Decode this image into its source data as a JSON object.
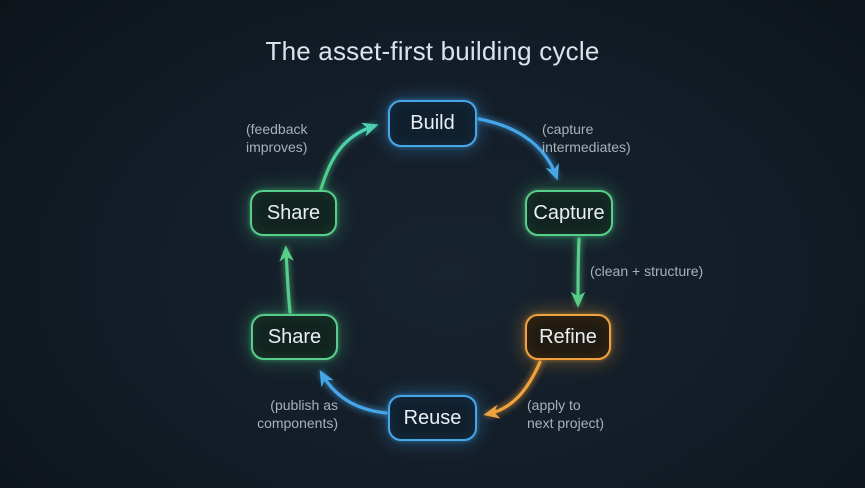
{
  "title": "The asset-first building cycle",
  "nodes": {
    "build": {
      "label": "Build",
      "color": "#46a6e8"
    },
    "capture": {
      "label": "Capture",
      "color": "#57ce89"
    },
    "refine": {
      "label": "Refine",
      "color": "#f0a23c"
    },
    "reuse": {
      "label": "Reuse",
      "color": "#46a6e8"
    },
    "share_top": {
      "label": "Share",
      "color": "#57ce89"
    },
    "share_bottom": {
      "label": "Share",
      "color": "#57ce89"
    }
  },
  "annotations": {
    "feedback": "(feedback\nimproves)",
    "capture_intermediates": "(capture\nintermediates)",
    "clean_structure": "(clean + structure)",
    "apply_next": "(apply to\nnext project)",
    "publish_components": "(publish as\ncomponents)"
  },
  "edges": [
    {
      "from": "Build",
      "to": "Capture",
      "color": "#46a6e8",
      "annotation": "(capture intermediates)"
    },
    {
      "from": "Capture",
      "to": "Refine",
      "color": "#57ce89",
      "annotation": "(clean + structure)"
    },
    {
      "from": "Refine",
      "to": "Reuse",
      "color": "#f0a23c",
      "annotation": "(apply to next project)"
    },
    {
      "from": "Reuse",
      "to": "Share",
      "color": "#46a6e8",
      "annotation": "(publish as components)"
    },
    {
      "from": "Share",
      "to": "Share",
      "color": "#57ce89",
      "annotation": ""
    },
    {
      "from": "Share",
      "to": "Build",
      "color": "#4dd2b4",
      "annotation": "(feedback improves)"
    }
  ],
  "colors": {
    "background": "#131c26",
    "blue": "#46a6e8",
    "green": "#57ce89",
    "teal": "#4dd2b4",
    "orange": "#f0a23c",
    "title_text": "#d9e4ed",
    "node_text": "#e9eff5",
    "annotation_text": "#a6b1bc"
  }
}
